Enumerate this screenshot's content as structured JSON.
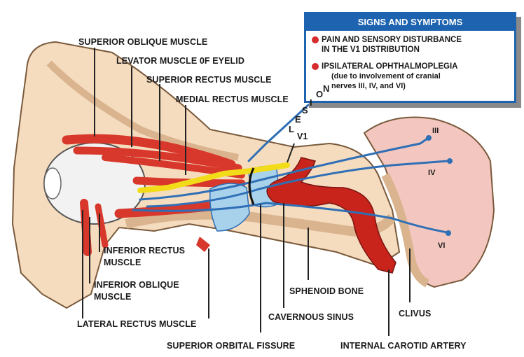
{
  "signs_box": {
    "title": "SIGNS AND SYMPTOMS",
    "items": [
      {
        "text": "PAIN AND SENSORY DISTURBANCE IN THE V1 DISTRIBUTION",
        "line1": "PAIN AND SENSORY DISTURBANCE",
        "line2": "IN THE V1 DISTRIBUTION"
      },
      {
        "text": "IPSILATERAL OPHTHALMOPLEGIA",
        "detail_line1": "(due to involvement of cranial",
        "detail_line2": "nerves III, IV, and VI)"
      }
    ],
    "bullet_color": "#d62c2c",
    "accent_color": "#1d63b0"
  },
  "lesion_letters": [
    "L",
    "E",
    "S",
    "I",
    "O",
    "N"
  ],
  "labels": {
    "superior_oblique": "SUPERIOR OBLIQUE MUSCLE",
    "levator": "LEVATOR MUSCLE 0F EYELID",
    "superior_rectus": "SUPERIOR RECTUS MUSCLE",
    "medial_rectus": "MEDIAL RECTUS MUSCLE",
    "inferior_rectus_1": "INFERIOR RECTUS",
    "inferior_rectus_2": "MUSCLE",
    "inferior_oblique_1": "INFERIOR OBLIQUE",
    "inferior_oblique_2": "MUSCLE",
    "lateral_rectus": "LATERAL RECTUS MUSCLE",
    "superior_orbital_fissure": "SUPERIOR ORBITAL FISSURE",
    "cavernous_sinus": "CAVERNOUS SINUS",
    "sphenoid_bone": "SPHENOID BONE",
    "internal_carotid": "INTERNAL CAROTID ARTERY",
    "clivus": "CLIVUS",
    "v1": "V1",
    "nerve_iii": "III",
    "nerve_iv": "IV",
    "nerve_vi": "VI"
  },
  "colors": {
    "bone": "#f6dcbf",
    "bone_dark": "#d9b48e",
    "muscle": "#d8382b",
    "nerve": "#2f6fb5",
    "sinus": "#a8d2ec",
    "artery": "#c8241c",
    "v1_nerve": "#f2dc1a"
  }
}
